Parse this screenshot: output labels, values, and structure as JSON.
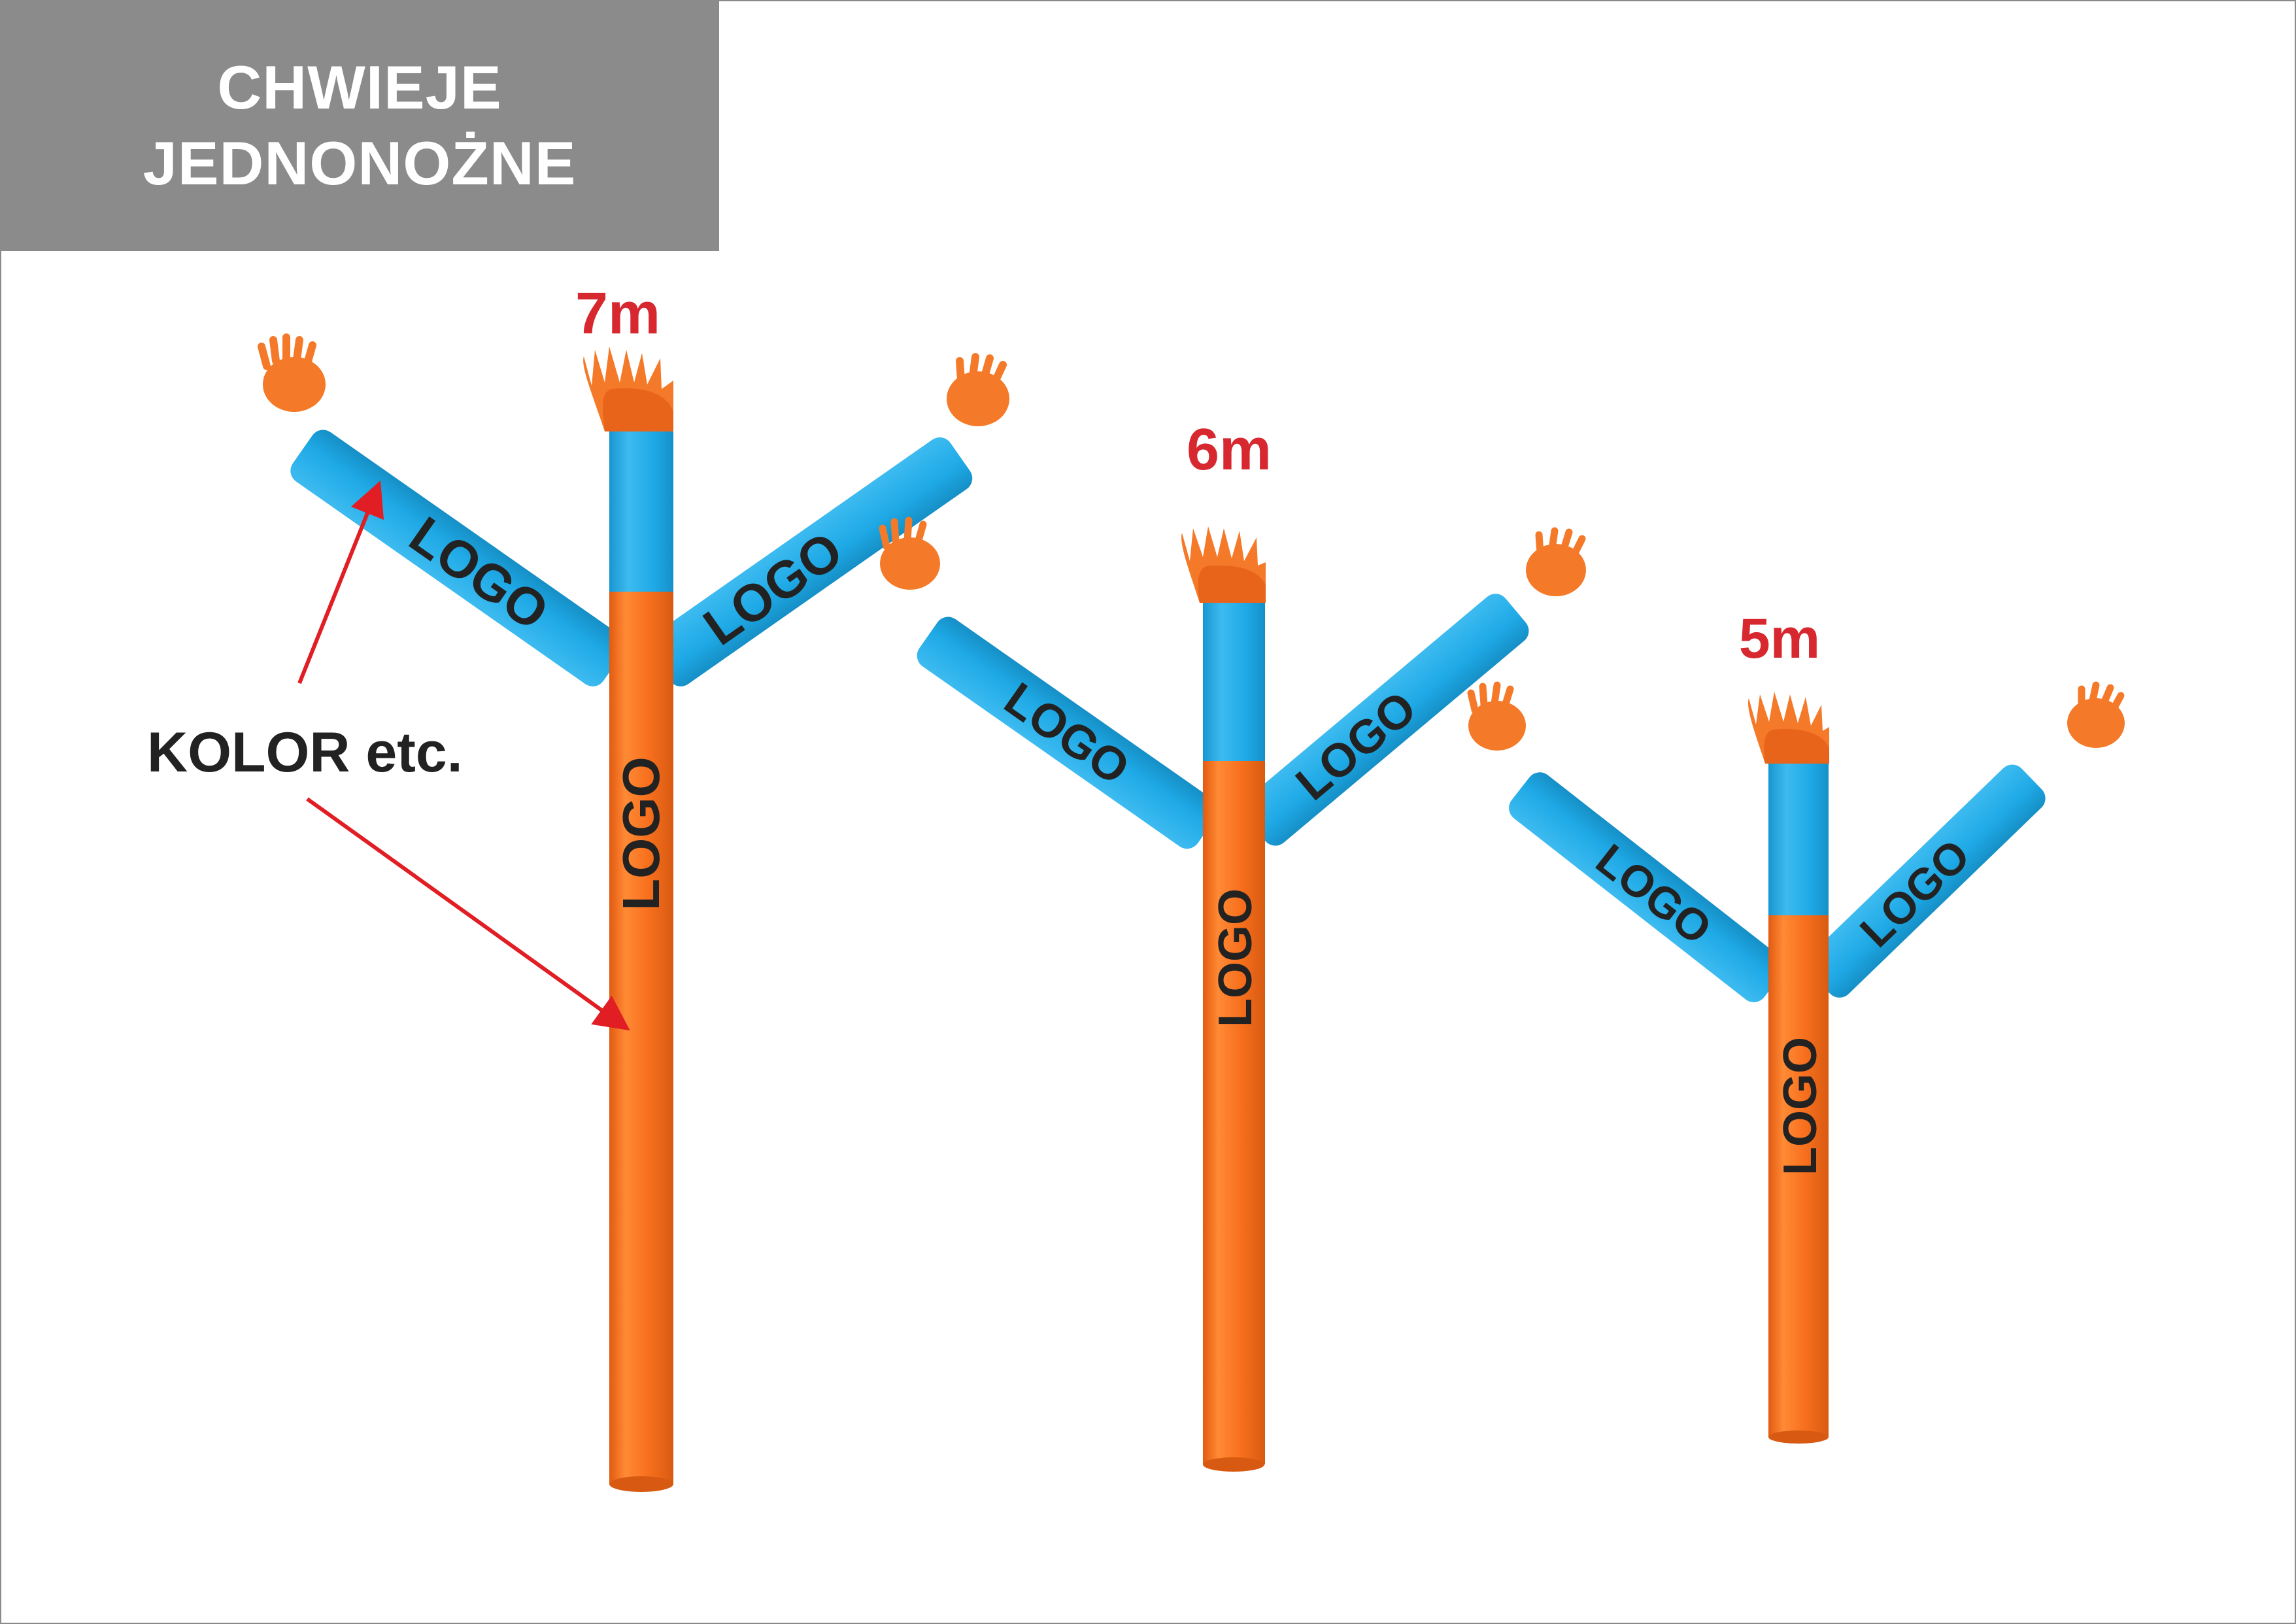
{
  "title": {
    "line1": "CHWIEJE",
    "line2": "JEDNONOŻNE"
  },
  "callout": {
    "label": "KOLOR etc."
  },
  "colors": {
    "body": "#F8701E",
    "arms": "#1EA9E6",
    "arrows": "#E01E24",
    "height_labels": "#D7282F",
    "logo_text": "#222222"
  },
  "dancers": [
    {
      "height": "7m",
      "body_logo": "LOGO",
      "left_arm_logo": "LOGO",
      "right_arm_logo": "LOGO"
    },
    {
      "height": "6m",
      "body_logo": "LOGO",
      "left_arm_logo": "LOGO",
      "right_arm_logo": "LOGO"
    },
    {
      "height": "5m",
      "body_logo": "LOGO",
      "left_arm_logo": "LOGO",
      "right_arm_logo": "LOGO"
    }
  ]
}
